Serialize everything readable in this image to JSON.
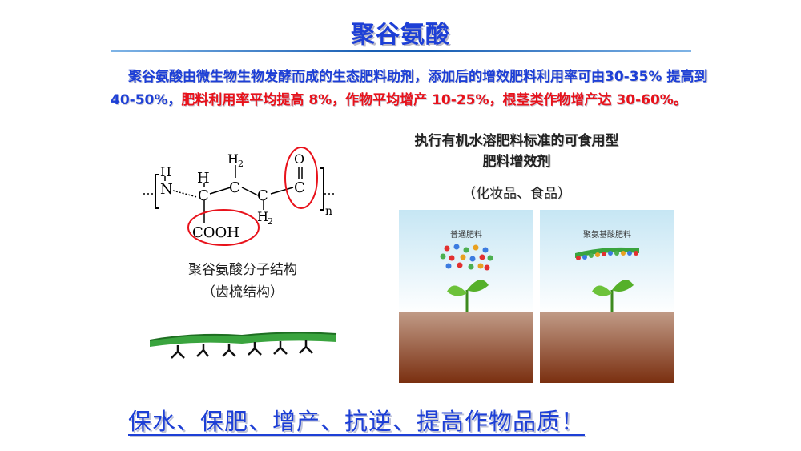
{
  "title": "聚谷氨酸",
  "intro": {
    "part1": "聚谷氨酸由微生物生物发酵而成的生态肥料助剂，添加后的增效肥料利用率可由30-35% 提高到 40-50%，",
    "part2": "肥料利用率平均提高 8%，作物平均增产 10-25%，根茎类作物增产达 30-60%。"
  },
  "structure": {
    "labels": {
      "h_n": "H",
      "n": "N",
      "h_ca": "H",
      "c_a": "C",
      "h2_top": "H",
      "h2_top_sub": "2",
      "c_b": "C",
      "c_c": "C",
      "h2_bot": "H",
      "h2_bot_sub": "2",
      "o": "O",
      "c_d": "C",
      "cooh": "COOH",
      "n_sub": "n"
    },
    "caption": "聚谷氨酸分子结构",
    "subcaption": "（齿梳结构）"
  },
  "right": {
    "heading_line1": "执行有机水溶肥料标准的可食用型",
    "heading_line2": "肥料增效剂",
    "heading_line3": "（化妆品、食品）",
    "panel_left_label": "普通肥料",
    "panel_right_label": "聚氨基酸肥料"
  },
  "slogan": "保水、保肥、增产、抗逆、提高作物品质！",
  "colors": {
    "title": "#1d3fd6",
    "highlight": "#e8121b",
    "rule": "#1a5fb4"
  }
}
